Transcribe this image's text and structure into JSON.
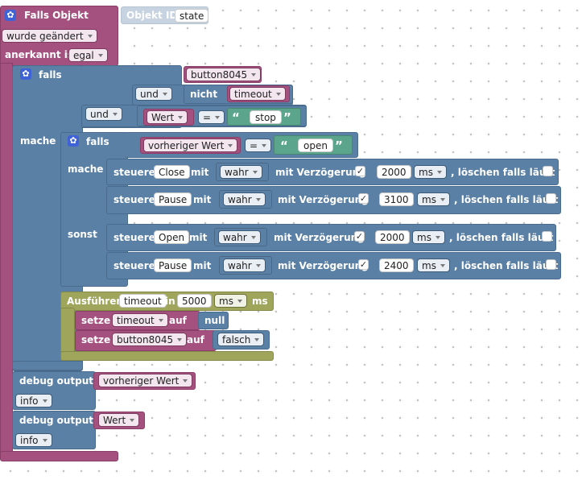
{
  "event": {
    "title": "Falls Objekt",
    "object_id_label": "Objekt ID",
    "object_id_value": "state",
    "trigger": "wurde geändert",
    "ack_label": "anerkannt ist",
    "ack_value": "egal"
  },
  "outer_if": {
    "label": "falls",
    "do_label": "mache",
    "button": "button8045",
    "and1": "und",
    "not_label": "nicht",
    "timeout": "timeout",
    "and2": "und",
    "wert": "Wert",
    "op": "=",
    "stop": "stop"
  },
  "inner_if": {
    "label": "falls",
    "prev": "vorheriger Wert",
    "op": "=",
    "open": "open",
    "do_label": "mache",
    "else_label": "sonst",
    "rows": [
      {
        "steuere": "steuere",
        "target": "Close",
        "mit": "mit",
        "value": "wahr",
        "delay_label": "mit Verzögerung",
        "checked": "✓",
        "ms": "2000",
        "unit": "ms",
        "clear_label": ", löschen falls läuft"
      },
      {
        "steuere": "steuere",
        "target": "Pause",
        "mit": "mit",
        "value": "wahr",
        "delay_label": "mit Verzögerung",
        "checked": "✓",
        "ms": "3100",
        "unit": "ms",
        "clear_label": ", löschen falls läuft"
      },
      {
        "steuere": "steuere",
        "target": "Open",
        "mit": "mit",
        "value": "wahr",
        "delay_label": "mit Verzögerung",
        "checked": "✓",
        "ms": "2000",
        "unit": "ms",
        "clear_label": ", löschen falls läuft"
      },
      {
        "steuere": "steuere",
        "target": "Pause",
        "mit": "mit",
        "value": "wahr",
        "delay_label": "mit Verzögerung",
        "checked": "✓",
        "ms": "2400",
        "unit": "ms",
        "clear_label": ", löschen falls läuft"
      }
    ]
  },
  "timer": {
    "label": "Ausführen",
    "name": "timeout",
    "in_label": "in",
    "ms": "5000",
    "unit": "ms",
    "unit_suffix": "ms",
    "set1_label": "setze",
    "set1_var": "timeout",
    "set1_auf": "auf",
    "set1_value": "null",
    "set2_label": "setze",
    "set2_var": "button8045",
    "set2_auf": "auf",
    "set2_value": "falsch"
  },
  "debug": [
    {
      "label": "debug output",
      "value": "vorheriger Wert",
      "level": "info"
    },
    {
      "label": "debug output",
      "value": "Wert",
      "level": "info"
    }
  ],
  "colors": {
    "event": "#a5517f",
    "logic": "#5b80a5",
    "timer": "#9fa55b",
    "ghost": "#c7d3e0"
  }
}
